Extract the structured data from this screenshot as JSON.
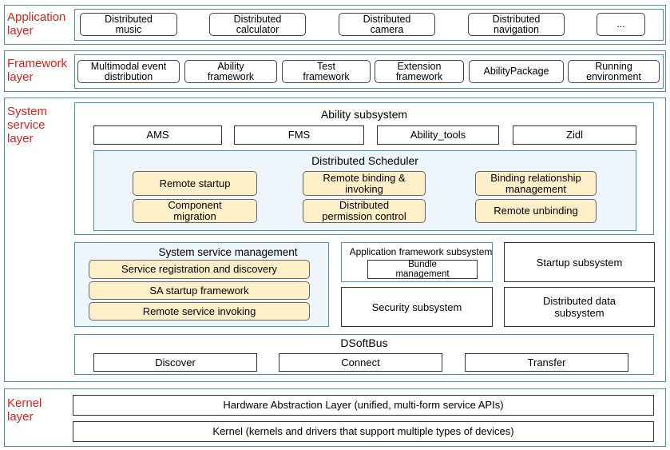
{
  "layers": {
    "application": "Application\nlayer",
    "framework": "Framework\nlayer",
    "system": "System\nservice\nlayer",
    "kernel": "Kernel\nlayer"
  },
  "application_items": [
    "Distributed\nmusic",
    "Distributed\ncalculator",
    "Distributed\ncamera",
    "Distributed\nnavigation",
    "..."
  ],
  "framework_items": [
    "Multimodal event\ndistribution",
    "Ability\nframework",
    "Test\nframework",
    "Extension\nframework",
    "AbilityPackage",
    "Running\nenvironment"
  ],
  "ability_subsystem": {
    "title": "Ability subsystem",
    "items": [
      "AMS",
      "FMS",
      "Ability_tools",
      "Zidl"
    ]
  },
  "distributed_scheduler": {
    "title": "Distributed Scheduler",
    "items": [
      "Remote startup",
      "Remote binding &\ninvoking",
      "Binding relationship\nmanagement",
      "Component\nmigration",
      "Distributed\npermission control",
      "Remote unbinding"
    ]
  },
  "system_service_management": {
    "title": "System service management",
    "items": [
      "Service registration and discovery",
      "SA startup framework",
      "Remote service invoking"
    ]
  },
  "app_framework_subsystem": {
    "title": "Application framework subsystem",
    "bundle": "Bundle\nmanagement"
  },
  "startup_subsystem": "Startup subsystem",
  "security_subsystem": "Security subsystem",
  "distributed_data_subsystem": "Distributed data\nsubsystem",
  "dsoftbus": {
    "title": "DSoftBus",
    "items": [
      "Discover",
      "Connect",
      "Transfer"
    ]
  },
  "kernel": {
    "hal": "Hardware Abstraction Layer (unified, multi-form service APIs)",
    "kernel": "Kernel (kernels and drivers that support multiple types of devices)"
  }
}
